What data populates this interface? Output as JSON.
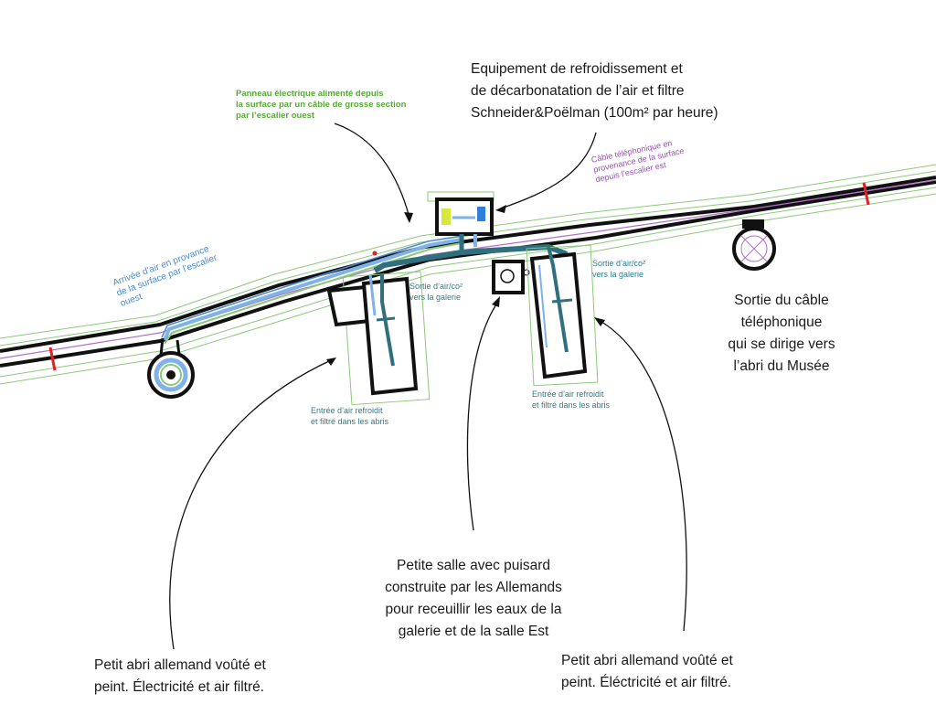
{
  "labels": {
    "cooling_equipment": "Equipement de refroidissement et\nde décarbonatation de l’air et filtre\nSchneider&Poëlman (100m² par heure)",
    "electric_panel": "Panneau électrique alimenté depuis\nla surface par un câble de grosse section\npar l’escalier ouest",
    "phone_cable_in": "Câble téléphonique en\nprovenance de la surface\ndepuis l’escalier est",
    "air_intake": "Arrivée d’air en provance\nde la surface par l’escalier\nouest",
    "air_exit_west": "Sortie d’air/co²\nvers la galerie",
    "air_exit_east": "Sortie d’air/co²\nvers la galerie",
    "phone_cable_out": "Sortie du câble téléphonique\nqui se dirige vers\nl’abri du Musée",
    "filtered_air_west": "Entrée d’air refroidit\net filtré dans les abris",
    "filtered_air_east": "Entrée d’air refroidit\net filtré dans les abris",
    "sump_room": "Petite salle avec puisard\nconstruite par les Allemands\npour receuillir les eaux de la\ngalerie et de la salle Est",
    "shelter_west": "Petit abri allemand voûté et\npeint. Électricité et air filtré.",
    "shelter_east": "Petit abri allemand voûté et\npeint. Éléctricité et air filtré."
  },
  "colors": {
    "wall": "#111111",
    "outline_green": "#8cc87a",
    "air_blue": "#7fb2e6",
    "air_teal": "#2f6f7e",
    "cable_purple": "#b070c8",
    "marker_red": "#e02020",
    "equipment_yellow": "#d6e83a",
    "equipment_blue": "#2f7fd8"
  }
}
